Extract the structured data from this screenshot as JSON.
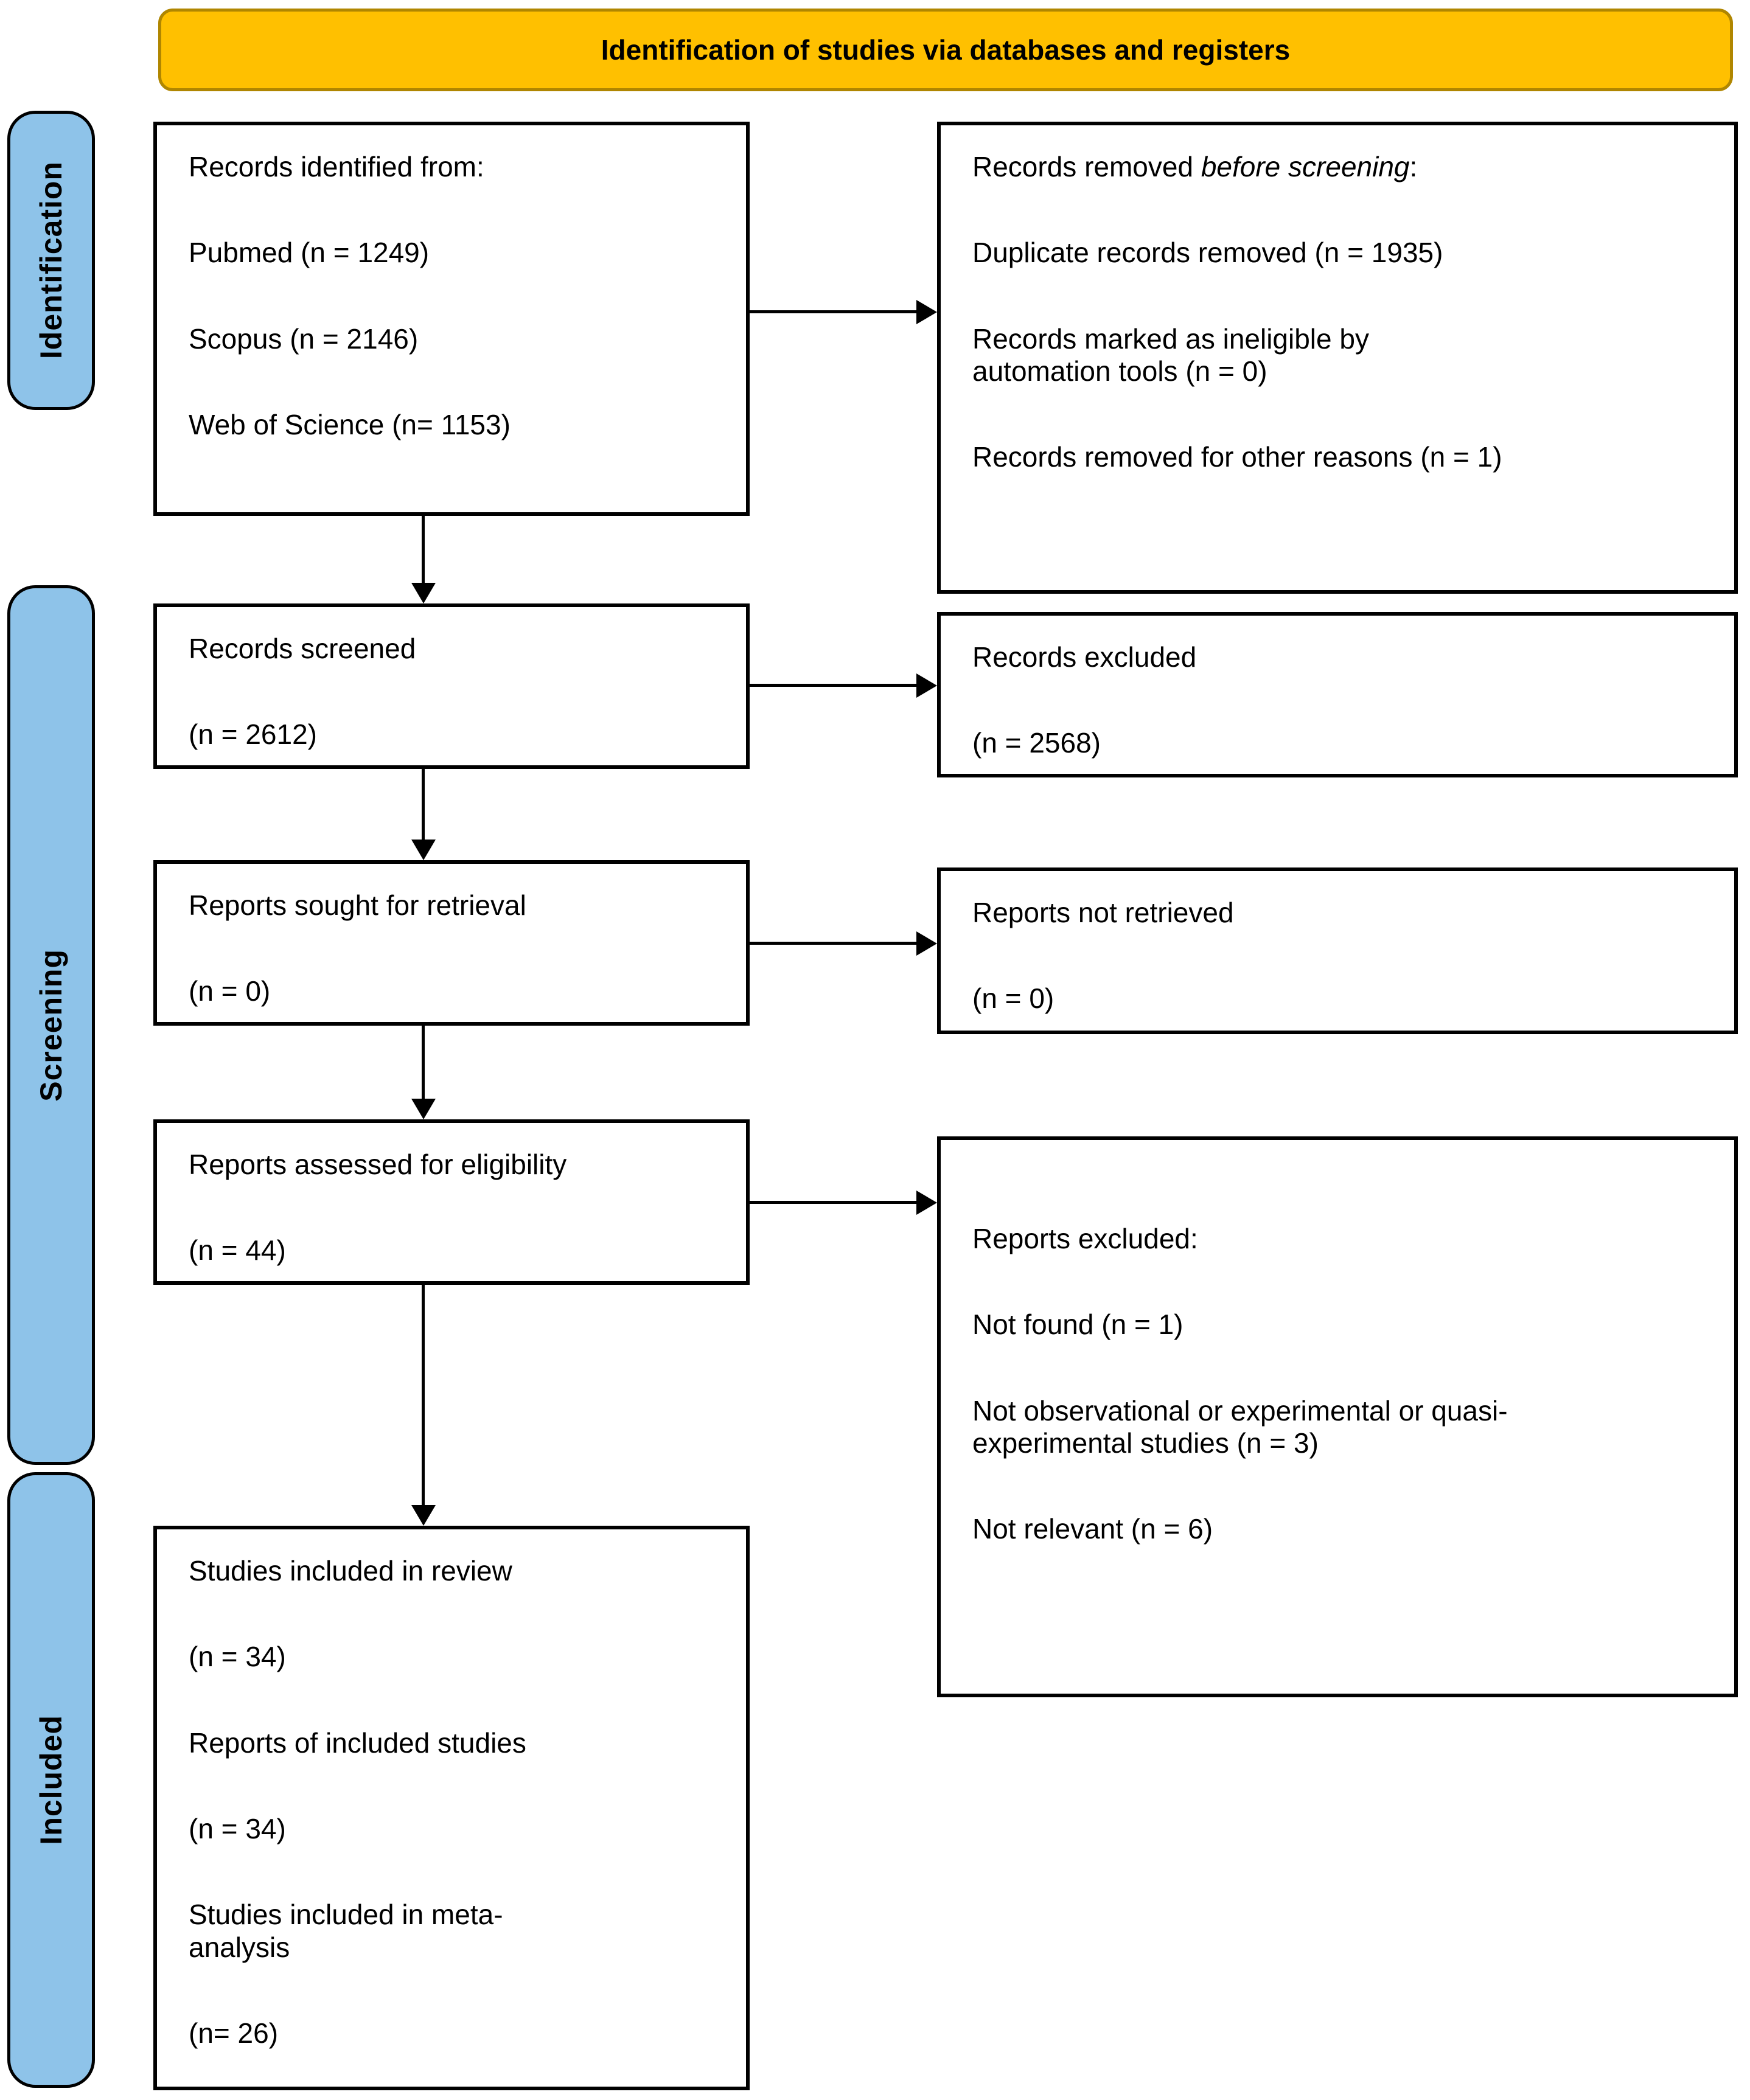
{
  "title": "Identification of studies via databases and registers",
  "stages": {
    "identification": "Identification",
    "screening": "Screening",
    "included": "Included"
  },
  "boxes": {
    "records_identified": {
      "heading": "Records identified from:",
      "items": [
        "Pubmed (n = 1249)",
        "Scopus (n = 2146)",
        "Web of Science (n= 1153)"
      ]
    },
    "records_removed": {
      "heading_prefix": "Records removed ",
      "heading_italic": "before screening",
      "heading_suffix": ":",
      "items": [
        "Duplicate records removed (n = 1935)",
        "Records marked as ineligible by automation tools (n = 0)",
        "Records removed for other reasons (n = 1)"
      ]
    },
    "records_screened": {
      "line1": "Records screened",
      "line2": "(n = 2612)"
    },
    "records_excluded": {
      "line1": "Records excluded",
      "line2": "(n = 2568)"
    },
    "reports_sought": {
      "line1": "Reports sought for retrieval",
      "line2": "(n = 0)"
    },
    "reports_not_retrieved": {
      "line1": "Reports not retrieved",
      "line2": "(n = 0)"
    },
    "reports_assessed": {
      "line1": "Reports assessed for eligibility",
      "line2": "(n = 44)"
    },
    "reports_excluded": {
      "heading": "Reports excluded:",
      "items": [
        "Not found (n = 1)",
        "Not observational or experimental or quasi-experimental studies (n = 3)",
        "Not relevant (n = 6)"
      ]
    },
    "studies_included": {
      "lines": [
        "Studies included in review",
        "(n = 34)",
        "Reports of included studies",
        "(n = 34)",
        "Studies included in meta-analysis",
        "(n= 26)"
      ]
    }
  },
  "colors": {
    "banner_fill": "#FFC000",
    "banner_border": "#B08600",
    "stage_pill_fill": "#8EC3E9",
    "box_border": "#000000",
    "text": "#000000",
    "background": "#FFFFFF"
  }
}
